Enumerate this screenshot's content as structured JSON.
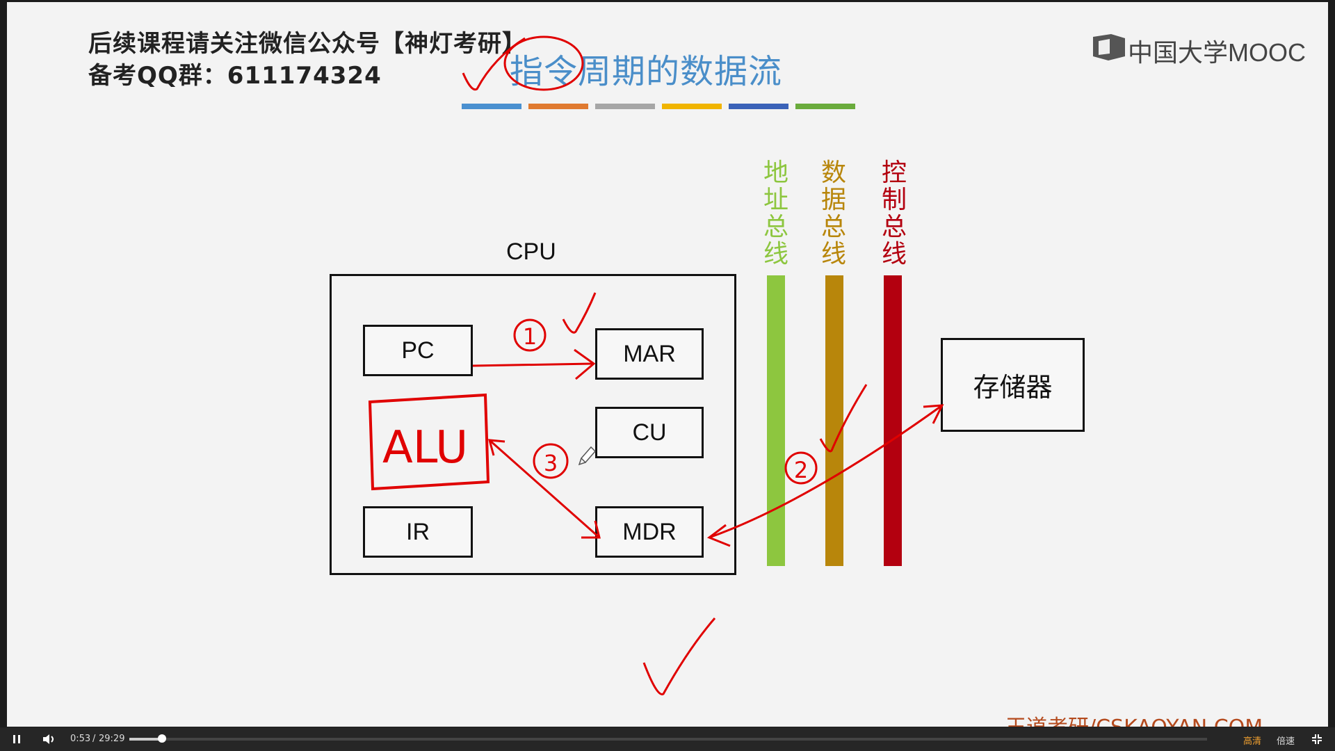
{
  "header": {
    "notice_line1": "后续课程请关注微信公众号【神灯考研】",
    "notice_line2": "备考QQ群：611174324"
  },
  "slide": {
    "title": "指令周期的数据流",
    "logo": "中国大学MOOC",
    "watermark": "王道考研/CSKAOYAN.COM",
    "title_bar_colors": [
      "#4a90d0",
      "#e07a30",
      "#a6a6a6",
      "#f0b400",
      "#3a62b8",
      "#6aab3c"
    ]
  },
  "diagram": {
    "cpu_label": "CPU",
    "pc": "PC",
    "mar": "MAR",
    "cu": "CU",
    "ir": "IR",
    "mdr": "MDR",
    "memory": "存储器",
    "buses": [
      {
        "label": "地址总线",
        "color": "#8dc63f"
      },
      {
        "label": "数据总线",
        "color": "#b8860b"
      },
      {
        "label": "控制总线",
        "color": "#b3000f"
      }
    ]
  },
  "annotations": {
    "alu": "ALU",
    "step1": "1",
    "step2": "2",
    "step3": "3"
  },
  "player": {
    "current_time": "0:53",
    "separator": "/",
    "duration": "29:29",
    "progress": 0.03,
    "quality_label": "高清",
    "speed_label": "倍速"
  }
}
